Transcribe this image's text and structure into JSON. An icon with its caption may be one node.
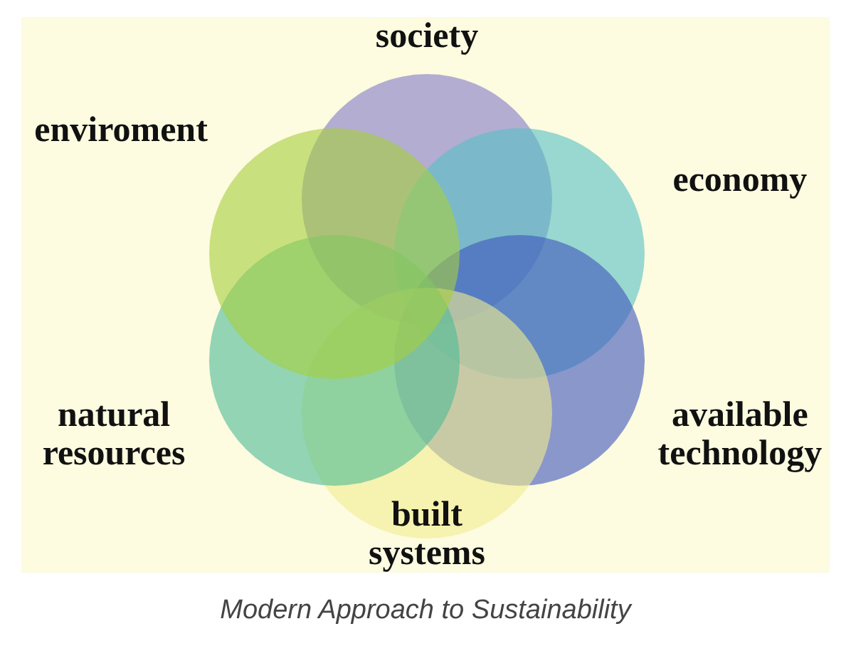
{
  "diagram": {
    "caption": "Modern Approach to Sustainability",
    "nodes": [
      {
        "text": [
          "society"
        ]
      },
      {
        "text": [
          "economy"
        ]
      },
      {
        "text": [
          "available technology"
        ]
      },
      {
        "text": [
          "built systems"
        ]
      },
      {
        "text": [
          "natural resources"
        ]
      },
      {
        "text": [
          "enviroment"
        ]
      }
    ]
  }
}
